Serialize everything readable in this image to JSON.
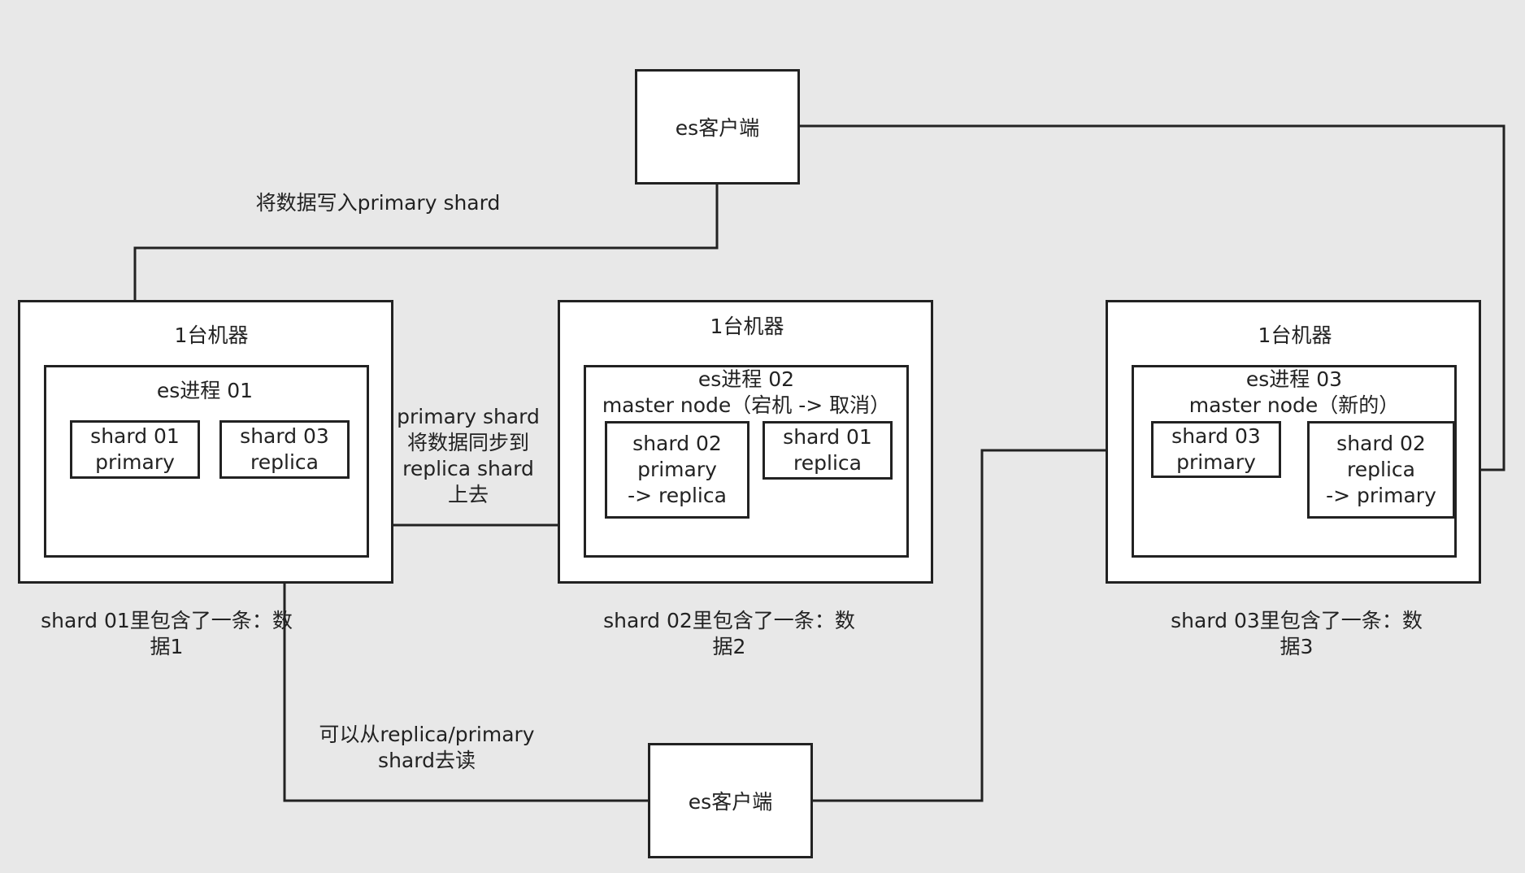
{
  "client_top": {
    "label": "es客户端"
  },
  "client_bottom": {
    "label": "es客户端"
  },
  "machines": [
    {
      "title": "1台机器",
      "process": {
        "line1": "es进程 01",
        "line2": ""
      },
      "shards": [
        {
          "line1": "shard 01",
          "line2": "primary",
          "line3": ""
        },
        {
          "line1": "shard 03",
          "line2": "replica",
          "line3": ""
        }
      ],
      "caption_line1": "shard 01里包含了一条：数",
      "caption_line2": "据1"
    },
    {
      "title": "1台机器",
      "process": {
        "line1": "es进程 02",
        "line2": "master node（宕机 -> 取消）"
      },
      "shards": [
        {
          "line1": "shard 02",
          "line2": "primary",
          "line3": "-> replica"
        },
        {
          "line1": "shard 01",
          "line2": "replica",
          "line3": ""
        }
      ],
      "caption_line1": "shard 02里包含了一条：数",
      "caption_line2": "据2"
    },
    {
      "title": "1台机器",
      "process": {
        "line1": "es进程 03",
        "line2": "master node（新的）"
      },
      "shards": [
        {
          "line1": "shard 03",
          "line2": "primary",
          "line3": ""
        },
        {
          "line1": "shard 02",
          "line2": "replica",
          "line3": "-> primary"
        }
      ],
      "caption_line1": "shard 03里包含了一条：数",
      "caption_line2": "据3"
    }
  ],
  "edge_labels": {
    "write": "将数据写入primary shard",
    "sync_line1": "primary shard",
    "sync_line2": "将数据同步到",
    "sync_line3": "replica shard",
    "sync_line4": "上去",
    "read_line1": "可以从replica/primary",
    "read_line2": "shard去读"
  },
  "colors": {
    "background": "#e8e8e8",
    "stroke": "#222222",
    "box_fill": "#ffffff"
  }
}
